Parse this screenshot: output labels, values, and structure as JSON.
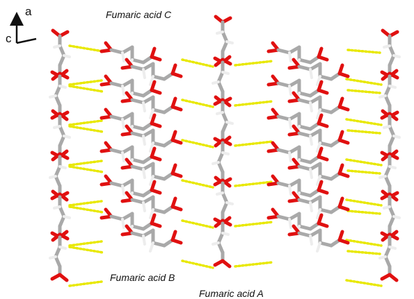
{
  "labels": {
    "fumaric_c": "Fumaric acid C",
    "fumaric_b": "Fumaric acid B",
    "fumaric_a": "Fumaric acid A"
  },
  "axes": {
    "a": "a",
    "c": "c"
  },
  "colors": {
    "carbon": "#a9a9a9",
    "oxygen": "#e01010",
    "hydrogen": "#ededed",
    "hbond": "#e8e800",
    "axis": "#111111"
  }
}
